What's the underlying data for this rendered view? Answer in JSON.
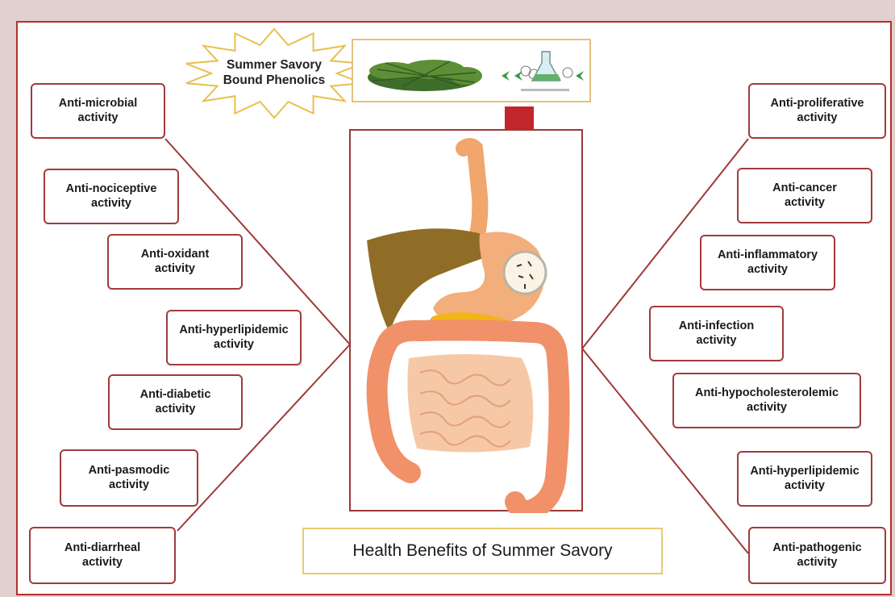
{
  "source": {
    "label": "Summer Savory\nBound Phenolics"
  },
  "title": "Health Benefits of Summer Savory",
  "left_items": [
    "Anti-microbial\nactivity",
    "Anti-nociceptive\nactivity",
    "Anti-oxidant\nactivity",
    "Anti-hyperlipidemic\nactivity",
    "Anti-diabetic\nactivity",
    "Anti-pasmodic\nactivity",
    "Anti-diarrheal\nactivity"
  ],
  "right_items": [
    "Anti-proliferative\nactivity",
    "Anti-cancer\nactivity",
    "Anti-inflammatory\nactivity",
    "Anti-infection\nactivity",
    "Anti-hypocholesterolemic\nactivity",
    "Anti-hyperlipidemic\nactivity",
    "Anti-pathogenic\nactivity"
  ],
  "colors": {
    "border": "#a13b3b",
    "arrow": "#c0262b",
    "title_border": "#e8c976"
  },
  "icons": [
    "herb-icon",
    "flask-icon",
    "digestive-system-icon",
    "down-arrow-icon"
  ]
}
